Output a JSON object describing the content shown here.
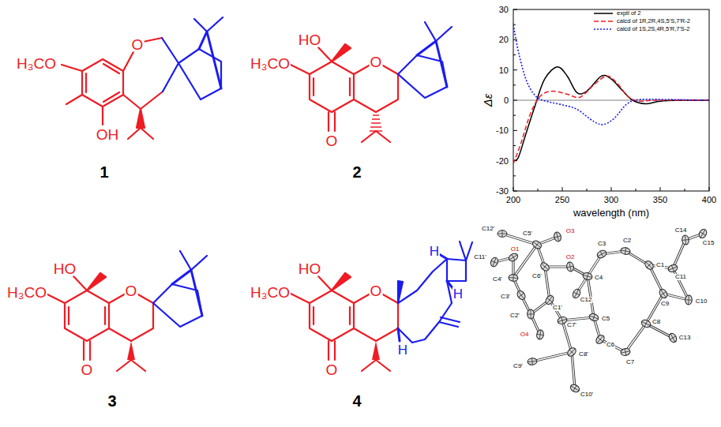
{
  "diagram": {
    "labels": [
      "H₃CO",
      "O",
      "OH",
      "1",
      "HO",
      "H₃CO",
      "O",
      "O",
      "2",
      "Δε",
      "wavelength (nm)",
      "30",
      "20",
      "10",
      "0",
      "-10",
      "-20",
      "-30",
      "200",
      "250",
      "300",
      "350",
      "400",
      "HO",
      "H₃CO",
      "O",
      "O",
      "3",
      "HO",
      "H₃CO",
      "O",
      "O",
      "H",
      "H",
      "H",
      "4",
      "C12'",
      "C5'",
      "O3",
      "C11'",
      "O1",
      "C4'",
      "C6'",
      "O2",
      "C12",
      "C3",
      "C2",
      "C1",
      "C14",
      "C15",
      "C11",
      "C4",
      "C3'",
      "C2'",
      "C1'",
      "C7'",
      "C5",
      "C9",
      "C10",
      "C6",
      "C7",
      "C8",
      "C13",
      "O4",
      "C8'",
      "C9'",
      "C10'"
    ],
    "legend": [
      {
        "text": "exptl of 2"
      },
      {
        "text": "calcd of 1R,2R,4S,5'S,7'R-2"
      },
      {
        "text": "calcd of 1S,2S,4R,5'R,7'S-2"
      }
    ]
  }
}
